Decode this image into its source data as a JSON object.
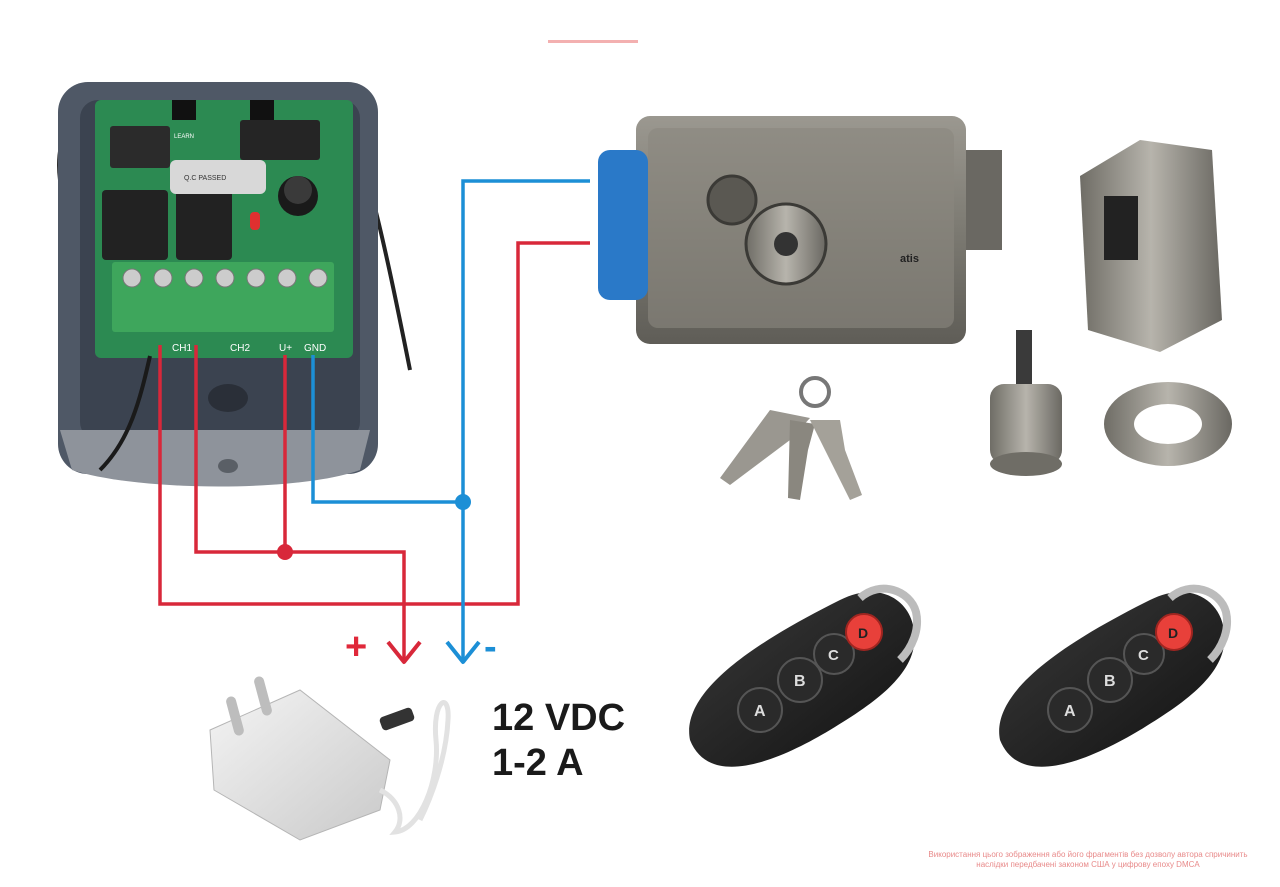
{
  "colors": {
    "positive_wire": "#d8283a",
    "negative_wire": "#1c8fd6",
    "plus_label": "#e0283a",
    "minus_label": "#1c8fd6",
    "lock_pad": "#2a79c8",
    "fob_d_button": "#e8403a"
  },
  "receiver": {
    "terminal_labels": [
      "CH1",
      "CH2",
      "U+",
      "GND"
    ],
    "board_text": [
      "LEARN",
      "Q.C PASSED"
    ]
  },
  "lock": {
    "brand": "atis"
  },
  "power": {
    "plus_symbol": "+",
    "minus_symbol": "-",
    "voltage": "12 VDC",
    "current": "1-2 A"
  },
  "remotes": {
    "buttons": [
      "A",
      "B",
      "C",
      "D"
    ]
  },
  "watermark": "Використання цього зображення або його фрагментів без дозволу автора спричинить наслідки передбачені законом США у цифрову епоху DMCA"
}
